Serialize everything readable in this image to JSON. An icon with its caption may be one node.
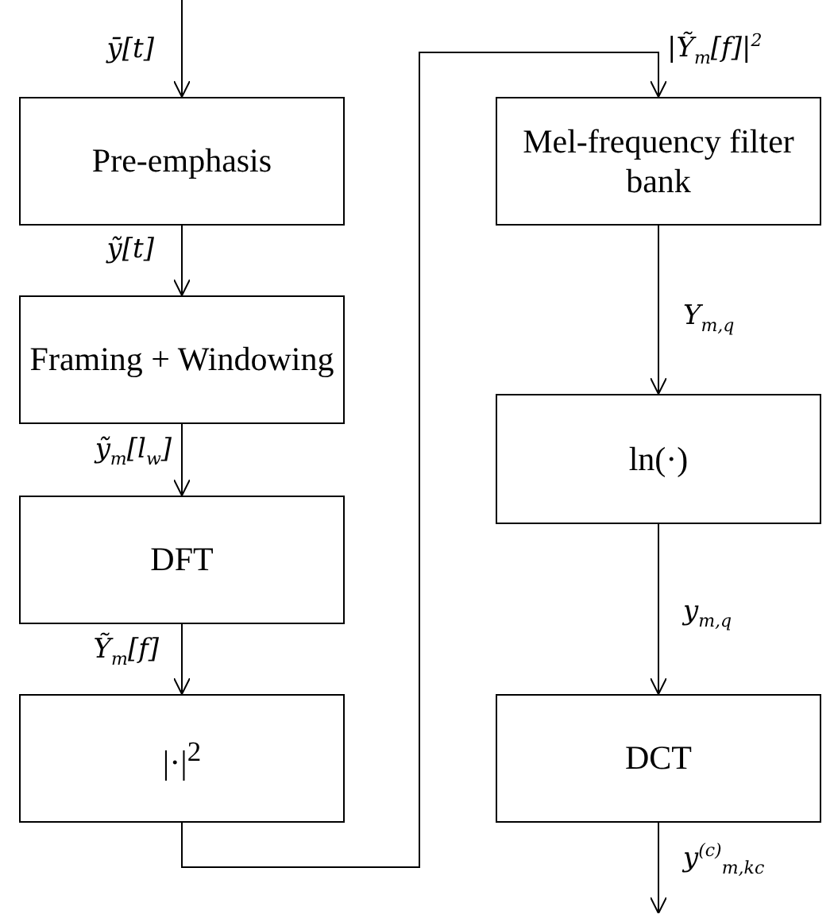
{
  "diagram": {
    "nodes": [
      {
        "text": [
          "Pre-emphasis"
        ]
      },
      {
        "text": [
          "Framing + Windowing"
        ]
      },
      {
        "text": [
          "DFT"
        ]
      },
      {
        "text": [
          "|·|$^{2}$"
        ]
      },
      {
        "text": [
          "Mel-frequency filter bank"
        ]
      },
      {
        "text": [
          "ln(·)"
        ]
      },
      {
        "text": [
          "DCT"
        ]
      }
    ],
    "edges": [
      {
        "from": null,
        "to": 0,
        "arrow": "to",
        "label": "ȳ[t]"
      },
      {
        "from": 0,
        "to": 1,
        "arrow": "to",
        "label": "ỹ[t]"
      },
      {
        "from": 1,
        "to": 2,
        "arrow": "to",
        "label": "ỹ$_{m}$[l$_{w}$]"
      },
      {
        "from": 2,
        "to": 3,
        "arrow": "to",
        "label": "Ỹ$_{m}$[f]"
      },
      {
        "from": 3,
        "to": 4,
        "arrow": "to",
        "label": "|Ỹ$_{m}$[f]|$^{2}$"
      },
      {
        "from": 4,
        "to": 5,
        "arrow": "to",
        "label": "Y$_{m,q}$"
      },
      {
        "from": 5,
        "to": 6,
        "arrow": "to",
        "label": "y$_{m,q}$"
      },
      {
        "from": 6,
        "to": null,
        "arrow": "to",
        "label": "y$^{(c)}$$_{m,k}$$_{c}$"
      }
    ]
  }
}
